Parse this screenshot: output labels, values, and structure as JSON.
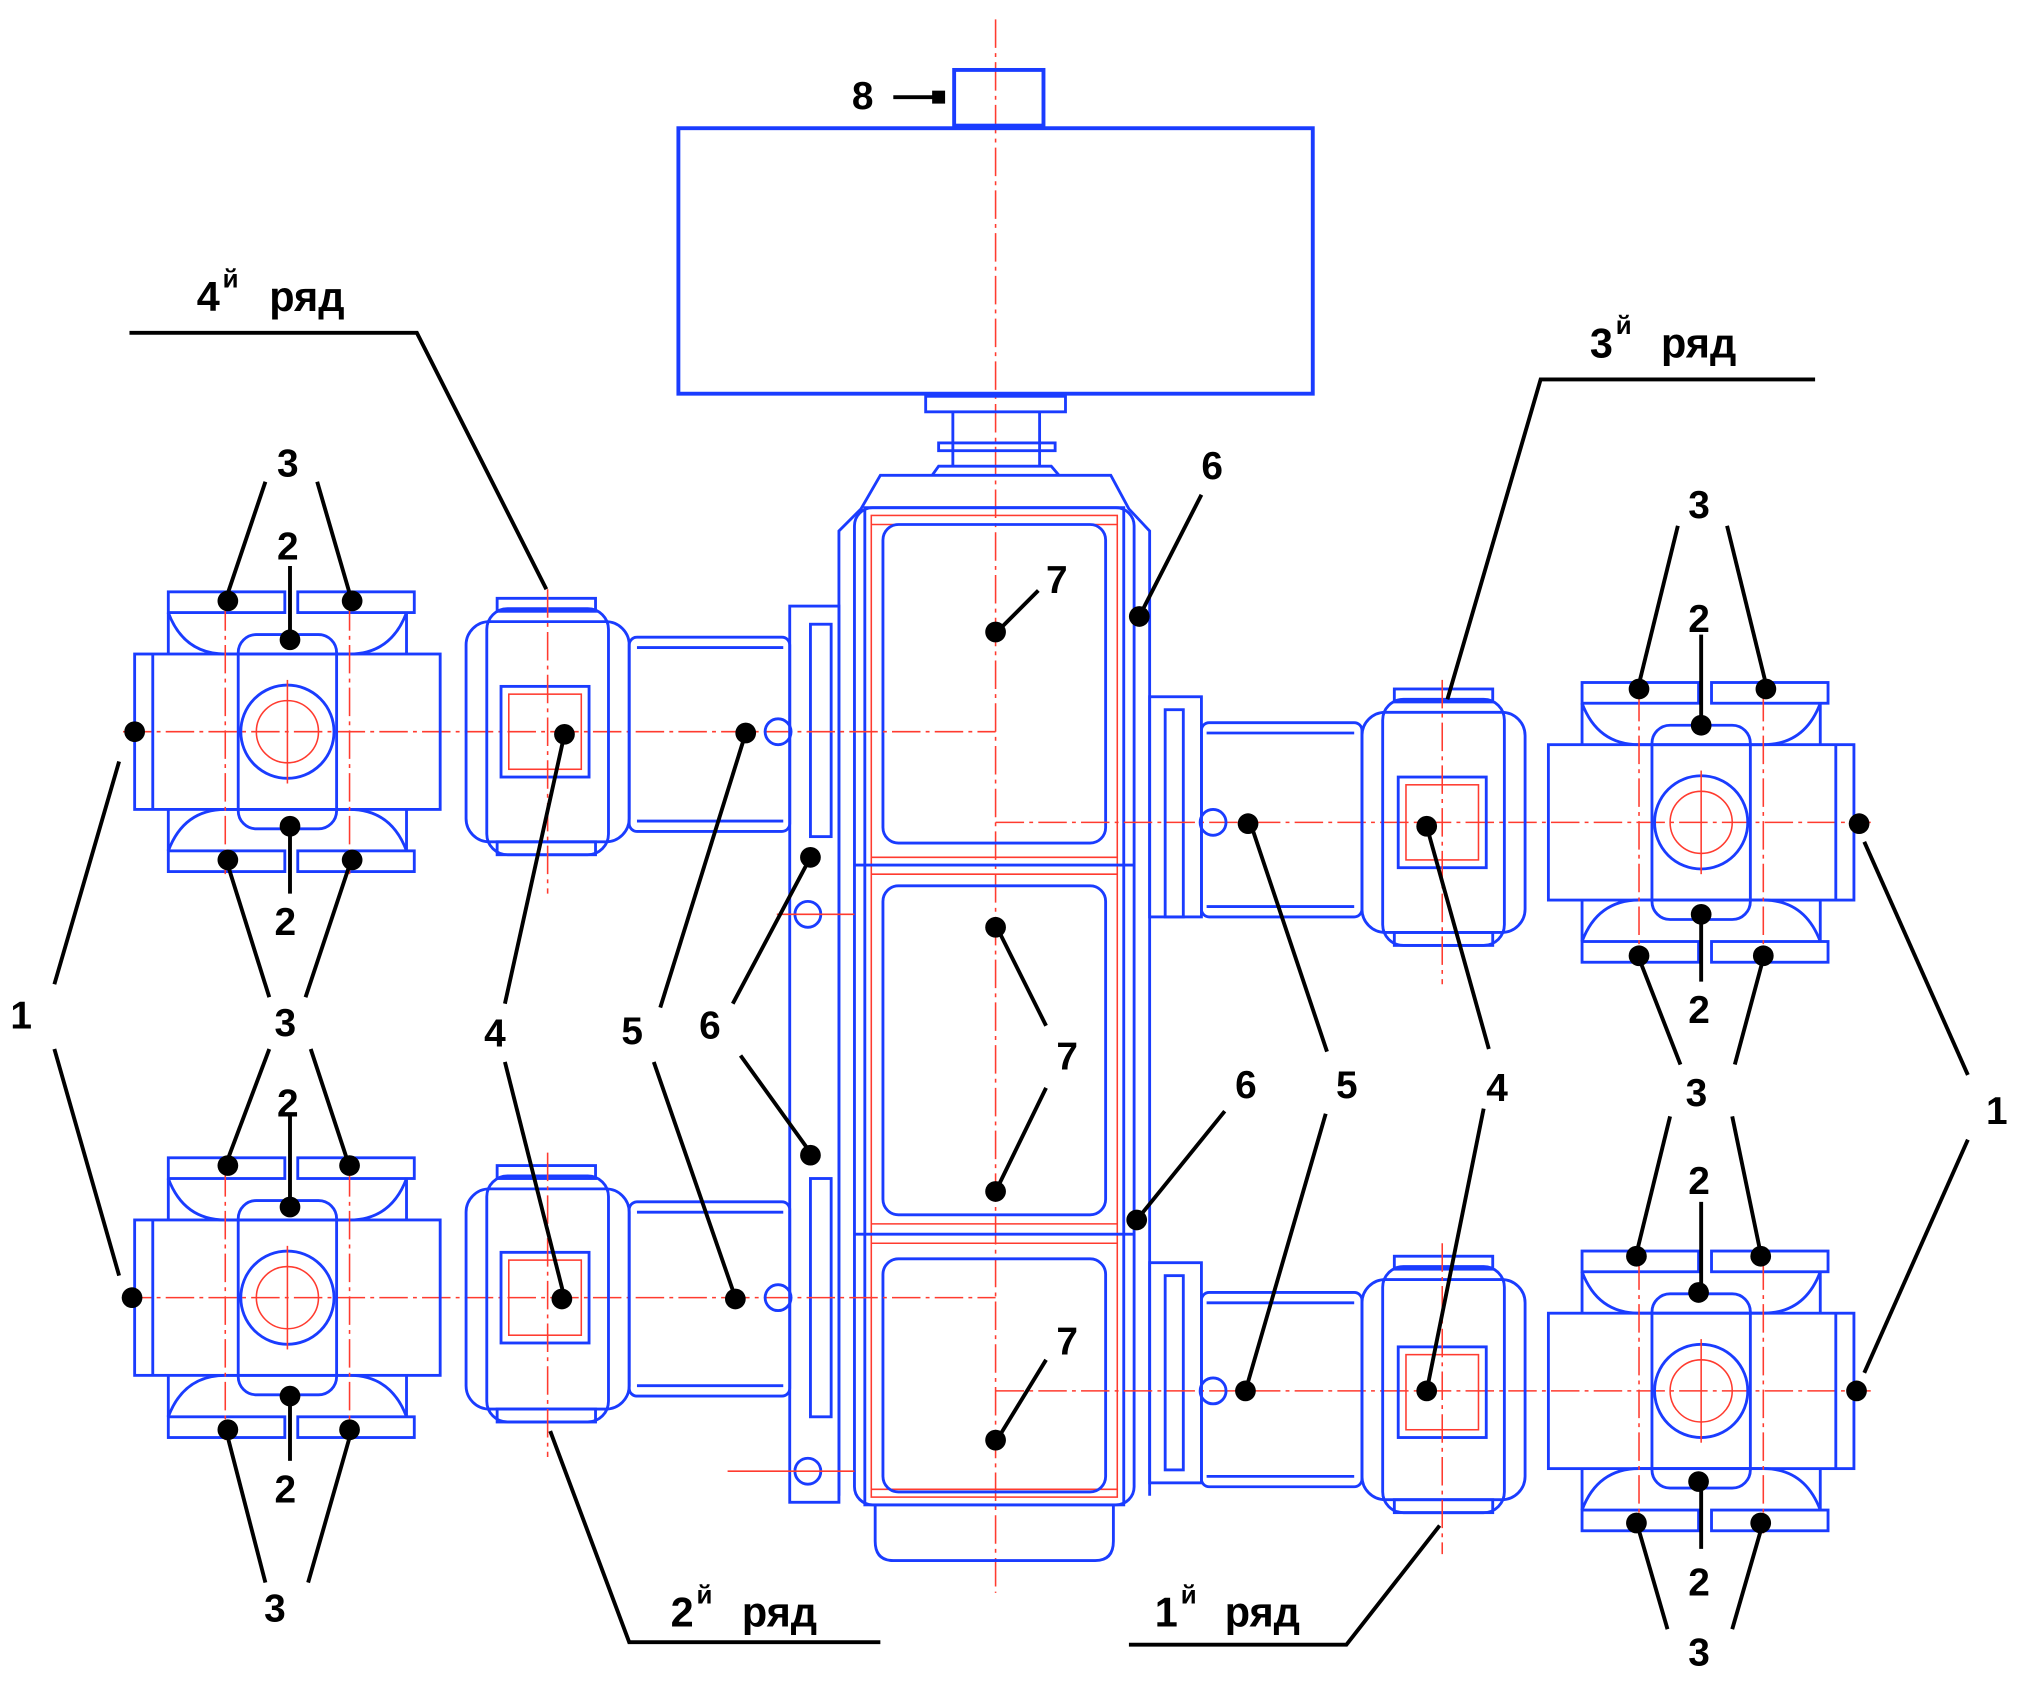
{
  "title": "Reducer drive scheme with four rows of units",
  "colors": {
    "outline": "#1a3cff",
    "centerline": "#ff3b2f",
    "leader": "#000000",
    "background": "#ffffff"
  },
  "row_labels": [
    {
      "id": "row-4",
      "num": "4",
      "sup": "й",
      "word": "ряд"
    },
    {
      "id": "row-3",
      "num": "3",
      "sup": "й",
      "word": "ряд"
    },
    {
      "id": "row-2",
      "num": "2",
      "sup": "й",
      "word": "ряд"
    },
    {
      "id": "row-1",
      "num": "1",
      "sup": "й",
      "word": "ряд"
    }
  ],
  "callouts": {
    "c1": "1",
    "c2": "2",
    "c3": "3",
    "c4": "4",
    "c5": "5",
    "c6": "6",
    "c7": "7",
    "c8": "8"
  }
}
